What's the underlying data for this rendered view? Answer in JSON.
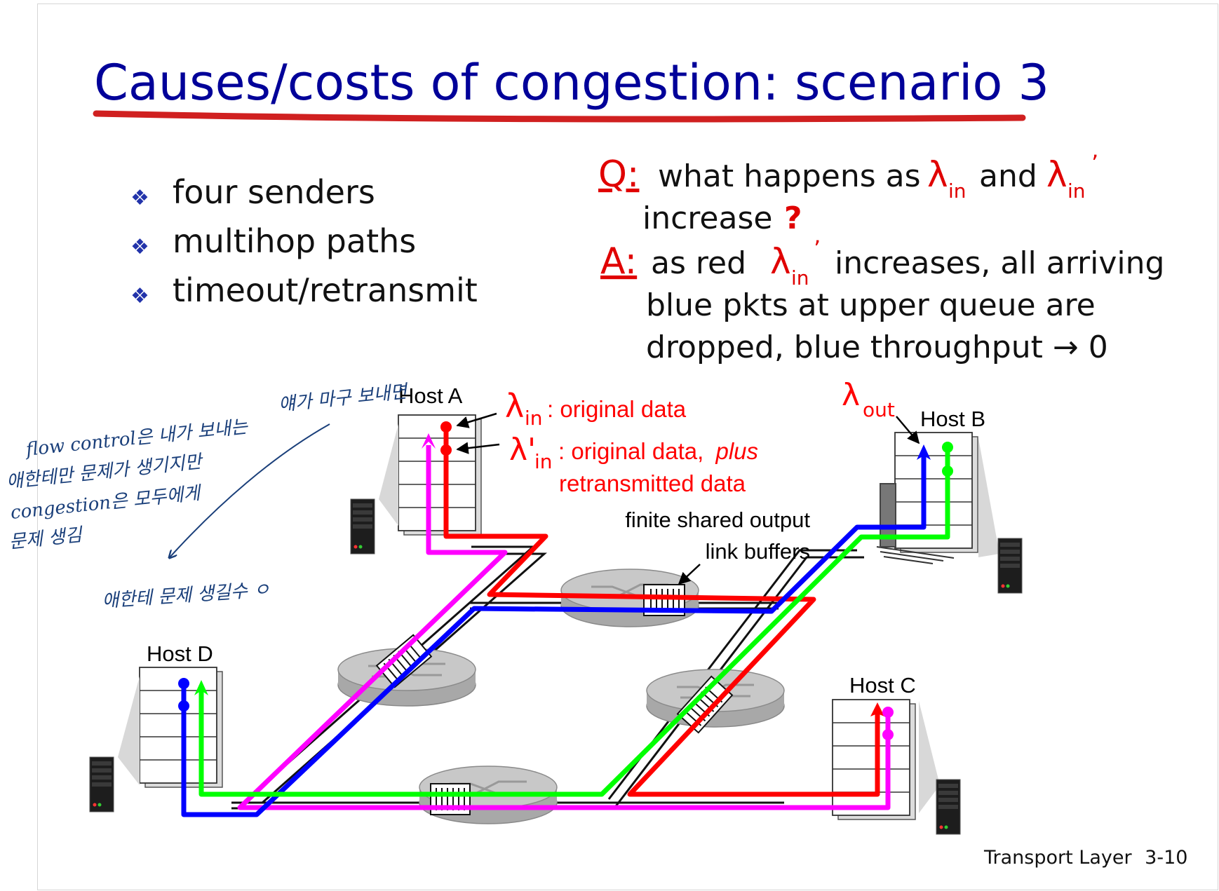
{
  "slide": {
    "title": "Causes/costs of congestion: scenario 3",
    "title_color": "#000099",
    "underline_color": "#d02020",
    "bullets": [
      "four senders",
      "multihop paths",
      "timeout/retransmit"
    ],
    "question": {
      "q_label": "Q:",
      "line1_a": "what happens as",
      "lambda": "λ",
      "sub_in": "in",
      "and": "and",
      "prime": "’",
      "line2": "increase",
      "qmark": "?"
    },
    "answer": {
      "a_label": "A:",
      "line1_a": "as red",
      "line1_b": "increases, all arriving",
      "line2": "blue pkts at upper queue are",
      "line3": "dropped, blue throughput → 0"
    },
    "footer": {
      "label": "Transport Layer",
      "page": "3-10"
    }
  },
  "diagram": {
    "hosts": {
      "a": "Host A",
      "b": "Host B",
      "c": "Host C",
      "d": "Host D"
    },
    "labels": {
      "lambda": "λ",
      "lambda_in_sub": "in",
      "lambda_in_text": ": original data",
      "lambda_prime": "λ'",
      "lambda_prime_text_a": ": original data,",
      "lambda_prime_text_plus": "plus",
      "retransmitted": "retransmitted data",
      "lambda_out_sub": "out",
      "buffers_line1": "finite shared output",
      "buffers_line2": "link buffers"
    },
    "colors": {
      "red": "#ff0000",
      "blue": "#0000ff",
      "green": "#00ff00",
      "magenta": "#ff00ff"
    }
  },
  "handwriting": {
    "note_top": "얘가 마구 보내면",
    "note_left": [
      "flow control은 내가 보내는",
      "애한테만 문제가 생기지만",
      "congestion은 모두에게",
      "문제 생김"
    ],
    "note_bottom": "애한테 문제 생길수 ㅇ"
  }
}
